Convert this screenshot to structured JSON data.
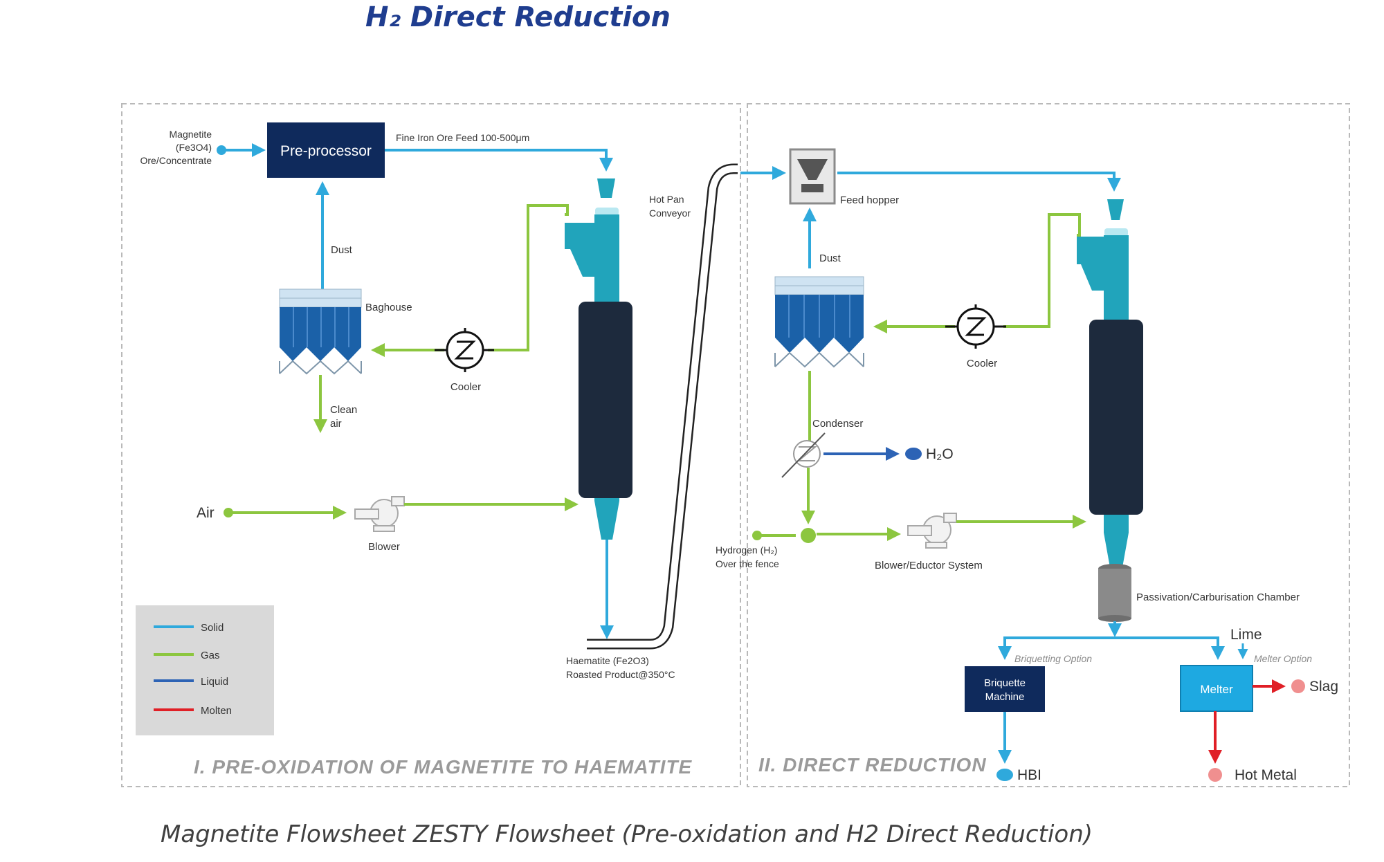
{
  "title": "H₂ Direct Reduction",
  "caption": "Magnetite Flowsheet ZESTY Flowsheet (Pre-oxidation and H2 Direct Reduction)",
  "colors": {
    "solid": "#2fa9dc",
    "gas": "#8cc63f",
    "liquid": "#2d63b5",
    "molten": "#e01f26",
    "dark_box": "#0f2a5c",
    "teal": "#21a4bb"
  },
  "sections": {
    "left": "I. PRE-OXIDATION OF MAGNETITE TO HAEMATITE",
    "right": "II. DIRECT REDUCTION"
  },
  "left": {
    "feed_label_1": "Magnetite",
    "feed_label_2": "(Fe3O4)",
    "feed_label_3": "Ore/Concentrate",
    "preprocessor": "Pre-processor",
    "fine_feed": "Fine Iron Ore Feed 100-500μm",
    "dust": "Dust",
    "baghouse": "Baghouse",
    "clean_air_1": "Clean",
    "clean_air_2": "air",
    "cooler": "Cooler",
    "air": "Air",
    "blower": "Blower",
    "hot_pan_1": "Hot Pan",
    "hot_pan_2": "Conveyor",
    "haematite_1": "Haematite (Fe2O3)",
    "haematite_2": "Roasted Product@350°C"
  },
  "legend": [
    {
      "label": "Solid",
      "icon": "solid-line-icon"
    },
    {
      "label": "Gas",
      "icon": "gas-line-icon"
    },
    {
      "label": "Liquid",
      "icon": "liquid-line-icon"
    },
    {
      "label": "Molten",
      "icon": "molten-line-icon"
    }
  ],
  "right": {
    "feed_hopper": "Feed hopper",
    "dust": "Dust",
    "cooler": "Cooler",
    "condenser": "Condenser",
    "h2o": "H₂O",
    "hydrogen_1": "Hydrogen (H₂)",
    "hydrogen_2": "Over the fence",
    "blower": "Blower/Eductor System",
    "chamber": "Passivation/Carburisation Chamber",
    "briquetting_option": "Briquetting Option",
    "melter_option": "Melter Option",
    "lime": "Lime",
    "briquette_1": "Briquette",
    "briquette_2": "Machine",
    "melter": "Melter",
    "slag": "Slag",
    "hbi": "HBI",
    "hot_metal": "Hot Metal"
  }
}
